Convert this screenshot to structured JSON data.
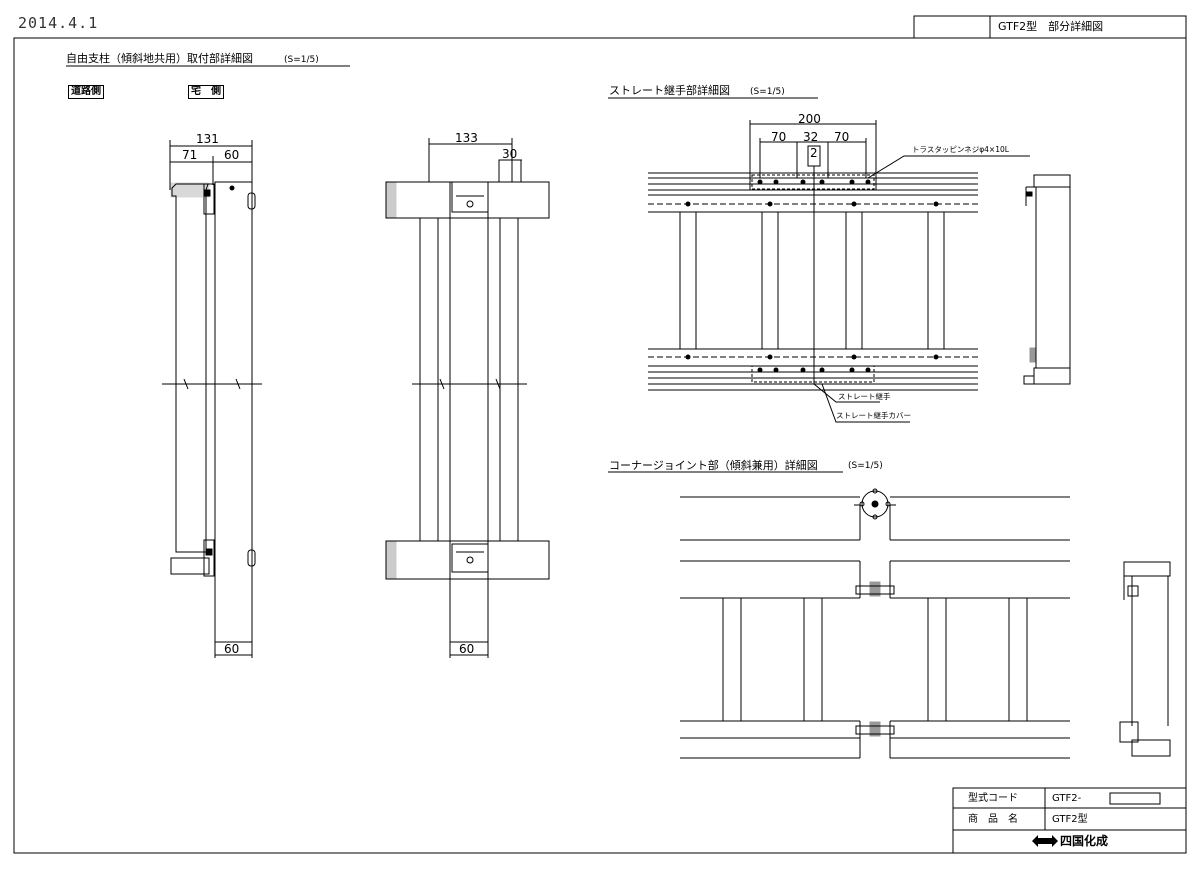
{
  "header": {
    "date": "2014.4.1",
    "title": "GTF2型　部分詳細図"
  },
  "sections": {
    "post_detail": {
      "title": "自由支柱（傾斜地共用）取付部詳細図",
      "scale": "(S=1/5)",
      "label_road": "道路側",
      "label_site": "宅　側",
      "dims": {
        "overall": "131",
        "left": "71",
        "right": "60",
        "bottom_left": "60",
        "top_front": "133",
        "top_small": "30",
        "bottom_front": "60"
      }
    },
    "straight_joint": {
      "title": "ストレート継手部詳細図",
      "scale": "(S=1/5)",
      "dims": {
        "overall": "200",
        "a": "70",
        "b": "32",
        "c": "70",
        "gap": "2"
      },
      "callout_screw": "トラスタッピンネジφ4×10L",
      "callout_joint": "ストレート継手",
      "callout_cover": "ストレート継手カバー"
    },
    "corner_joint": {
      "title": "コーナージョイント部（傾斜兼用）詳細図",
      "scale": "(S=1/5)"
    }
  },
  "title_block": {
    "model_code_label": "型式コード",
    "model_code_value": "GTF2-",
    "product_name_label": "商　品　名",
    "product_name_value": "GTF2型",
    "company": "四国化成"
  }
}
